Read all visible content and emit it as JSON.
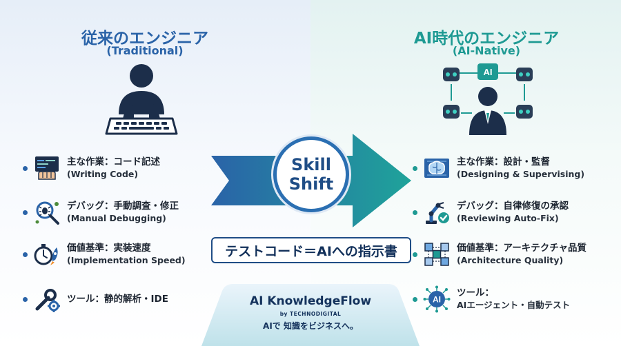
{
  "left": {
    "title": "従来のエンジニア",
    "subtitle": "(Traditional)",
    "items": [
      {
        "main": "主な作業：コード記述",
        "sub": "(Writing Code)",
        "icon": "code-typing-icon"
      },
      {
        "main": "デバッグ：手動調査・修正",
        "sub": "(Manual Debugging)",
        "icon": "bug-magnifier-icon"
      },
      {
        "main": "価値基準：実装速度",
        "sub": "(Implementation Speed)",
        "icon": "stopwatch-rocket-icon"
      },
      {
        "main": "ツール：静的解析・IDE",
        "sub": "",
        "icon": "wrench-gear-icon"
      }
    ]
  },
  "right": {
    "title": "AI時代のエンジニア",
    "subtitle": "(AI-Native)",
    "hero_badge": "AI",
    "items": [
      {
        "main": "主な作業：設計・監督",
        "sub": "(Designing & Supervising)",
        "icon": "brain-blueprint-icon"
      },
      {
        "main": "デバッグ：自律修復の承認",
        "sub": "(Reviewing Auto-Fix)",
        "icon": "robot-arm-check-icon"
      },
      {
        "main": "価値基準：アーキテクチャ品質",
        "sub": "(Architecture Quality)",
        "icon": "cube-architecture-icon"
      },
      {
        "main": "ツール：",
        "sub": "AIエージェント・自動テスト",
        "icon": "ai-chip-icon"
      }
    ]
  },
  "center": {
    "line1": "Skill",
    "line2": "Shift",
    "statement": "テストコード＝AIへの指示書"
  },
  "brand": {
    "name": "AI KnowledgeFlow",
    "by": "by TECHNODIGITAL",
    "tagline": "AIで 知識をビジネスへ。"
  },
  "colors": {
    "left_accent": "#2a63a8",
    "right_accent": "#1e9a93",
    "navy": "#14325c"
  }
}
